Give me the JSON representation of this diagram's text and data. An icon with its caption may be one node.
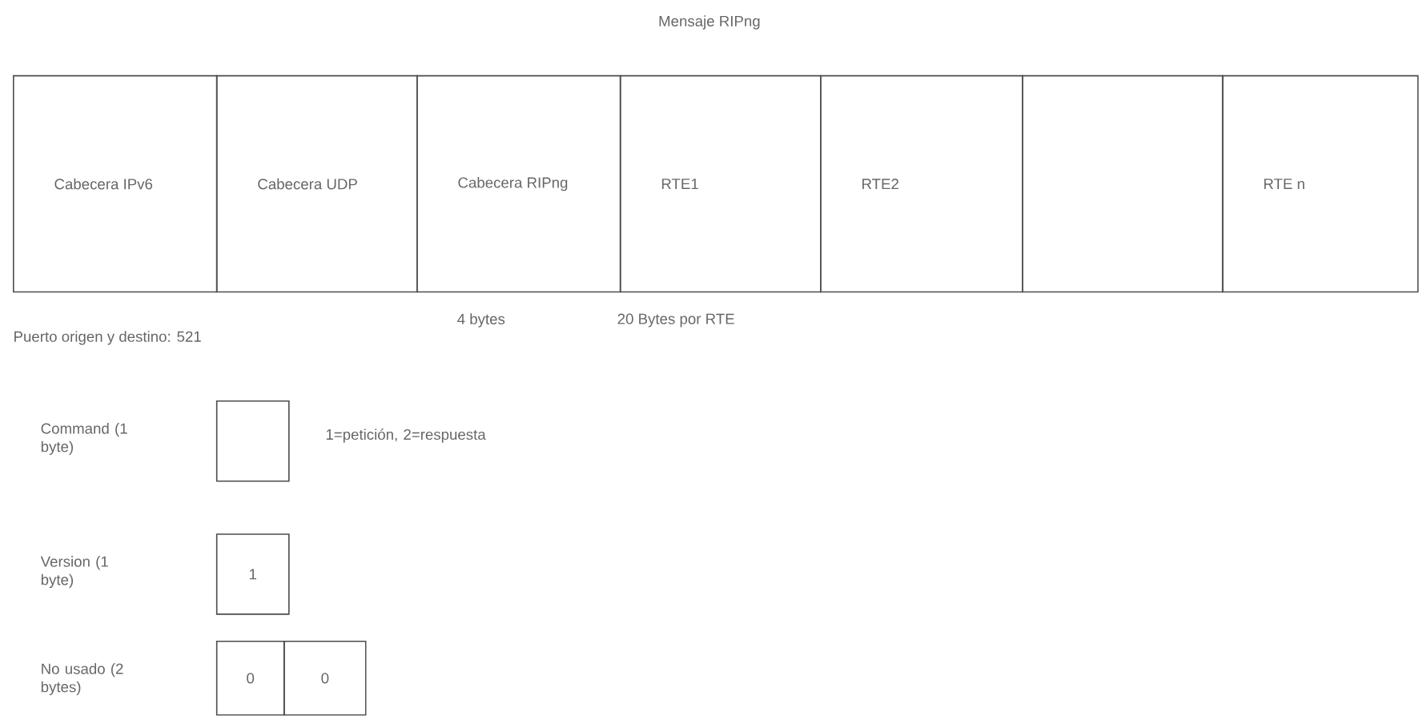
{
  "diagram": {
    "title": "Mensaje RIPng",
    "nodes": [
      {
        "text": [
          "Cabecera IPv6"
        ]
      },
      {
        "text": [
          "Cabecera UDP"
        ]
      },
      {
        "text": [
          "Cabecera RIPng"
        ]
      },
      {
        "text": [
          "RTE1"
        ]
      },
      {
        "text": [
          "RTE2"
        ]
      },
      {
        "text": [],
        "shape": "box"
      },
      {
        "text": [
          "RTE n"
        ]
      },
      {
        "text": [],
        "shape": "box",
        "beside": [
          "1=petición, 2=respuesta"
        ]
      },
      {
        "text": [
          "1"
        ]
      },
      {
        "text": [
          "0"
        ]
      },
      {
        "text": [
          "0"
        ]
      }
    ],
    "edges": [],
    "labels": [
      "4 bytes",
      "20 Bytes por RTE",
      "Puerto origen y destino: 521",
      "Command (1 byte)",
      "Version (1 byte)",
      "No usado (2 bytes)"
    ]
  }
}
